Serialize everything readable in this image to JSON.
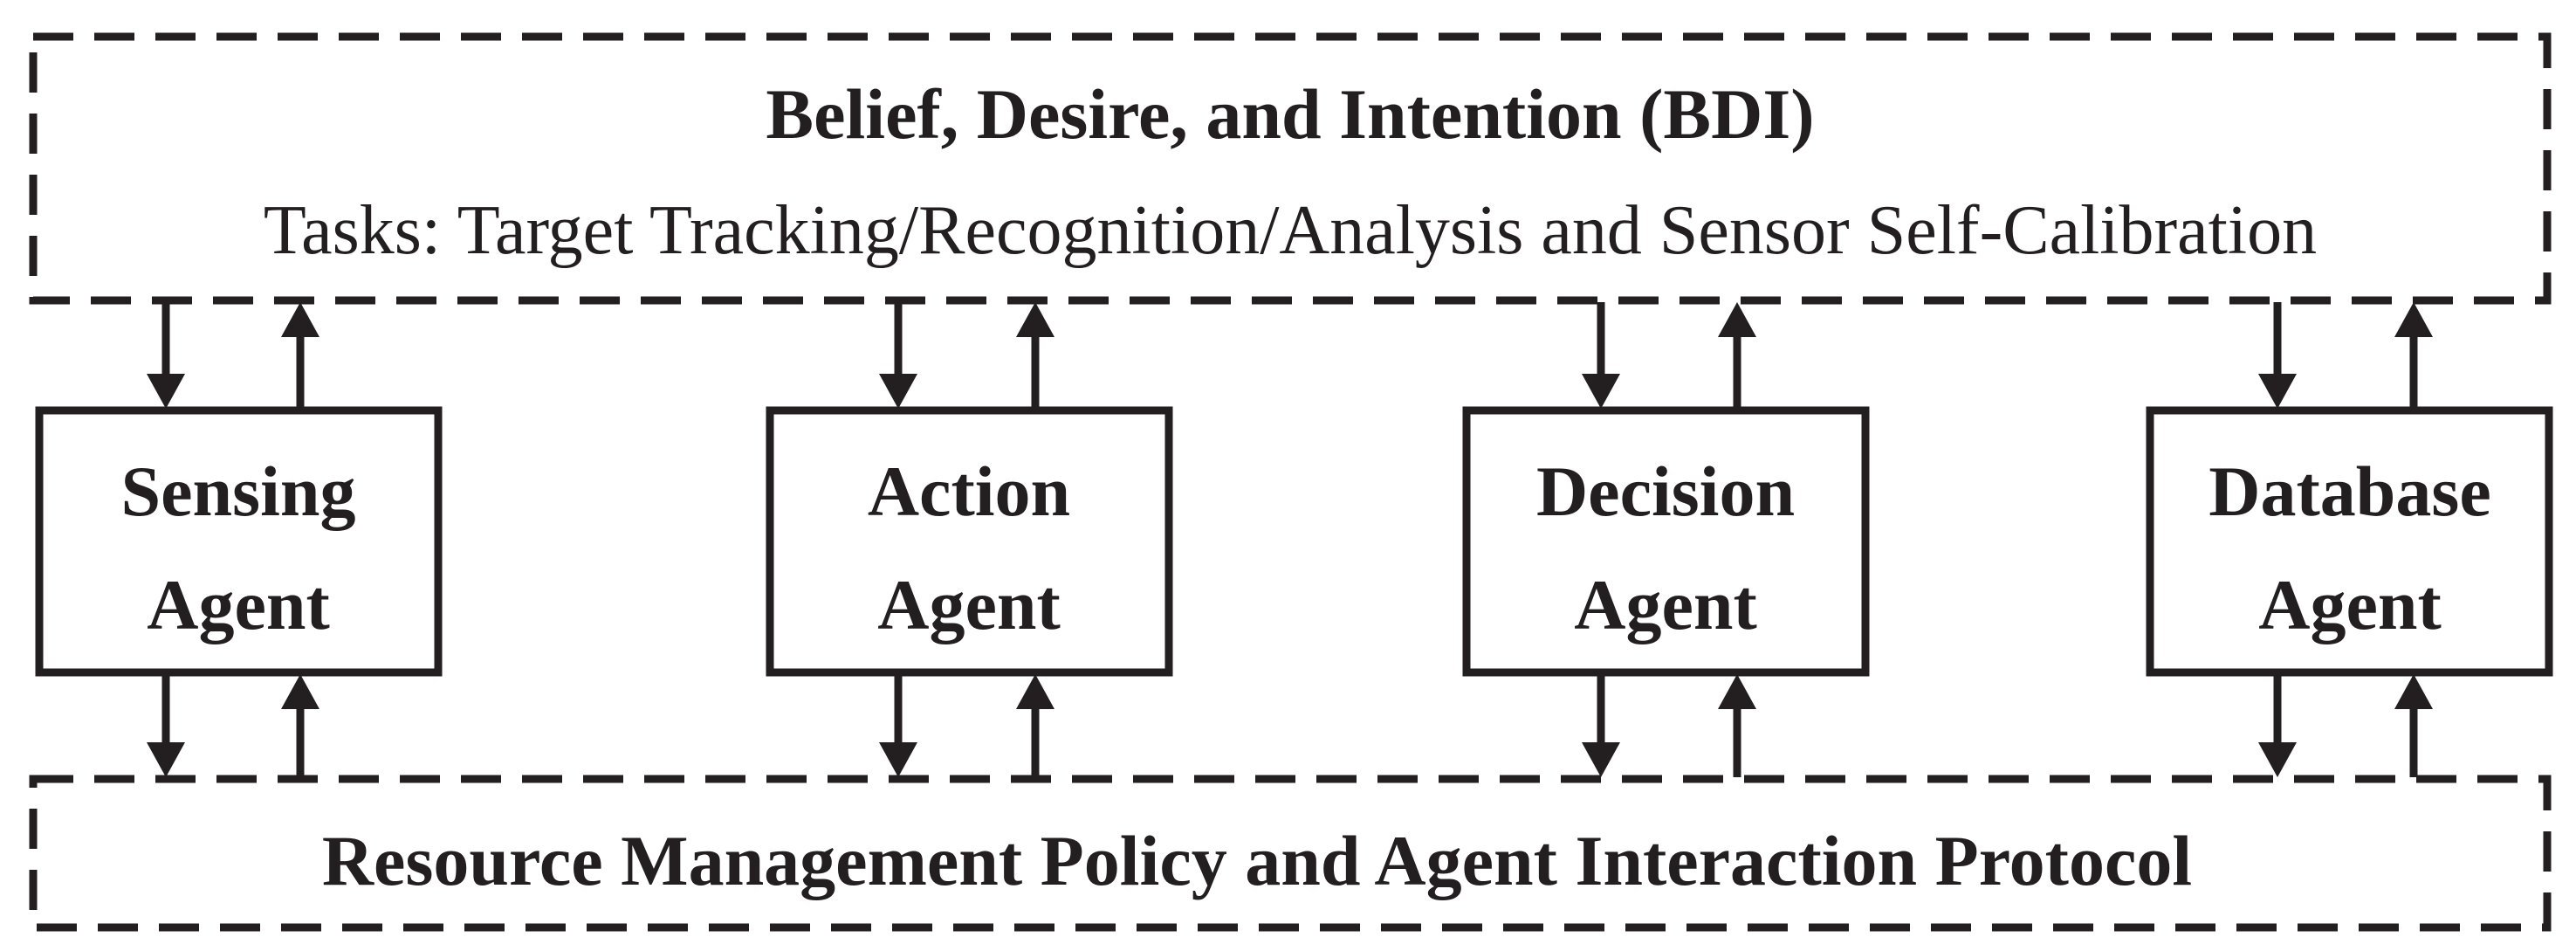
{
  "top_box": {
    "title": "Belief, Desire, and Intention (BDI)",
    "subtitle": "Tasks: Target Tracking/Recognition/Analysis and Sensor Self-Calibration"
  },
  "agents": [
    {
      "line1": "Sensing",
      "line2": "Agent"
    },
    {
      "line1": "Action",
      "line2": "Agent"
    },
    {
      "line1": "Decision",
      "line2": "Agent"
    },
    {
      "line1": "Database",
      "line2": "Agent"
    }
  ],
  "bottom_box": {
    "title": "Resource Management Policy and Agent Interaction Protocol"
  },
  "colors": {
    "stroke": "#231f20",
    "background": "#ffffff"
  }
}
